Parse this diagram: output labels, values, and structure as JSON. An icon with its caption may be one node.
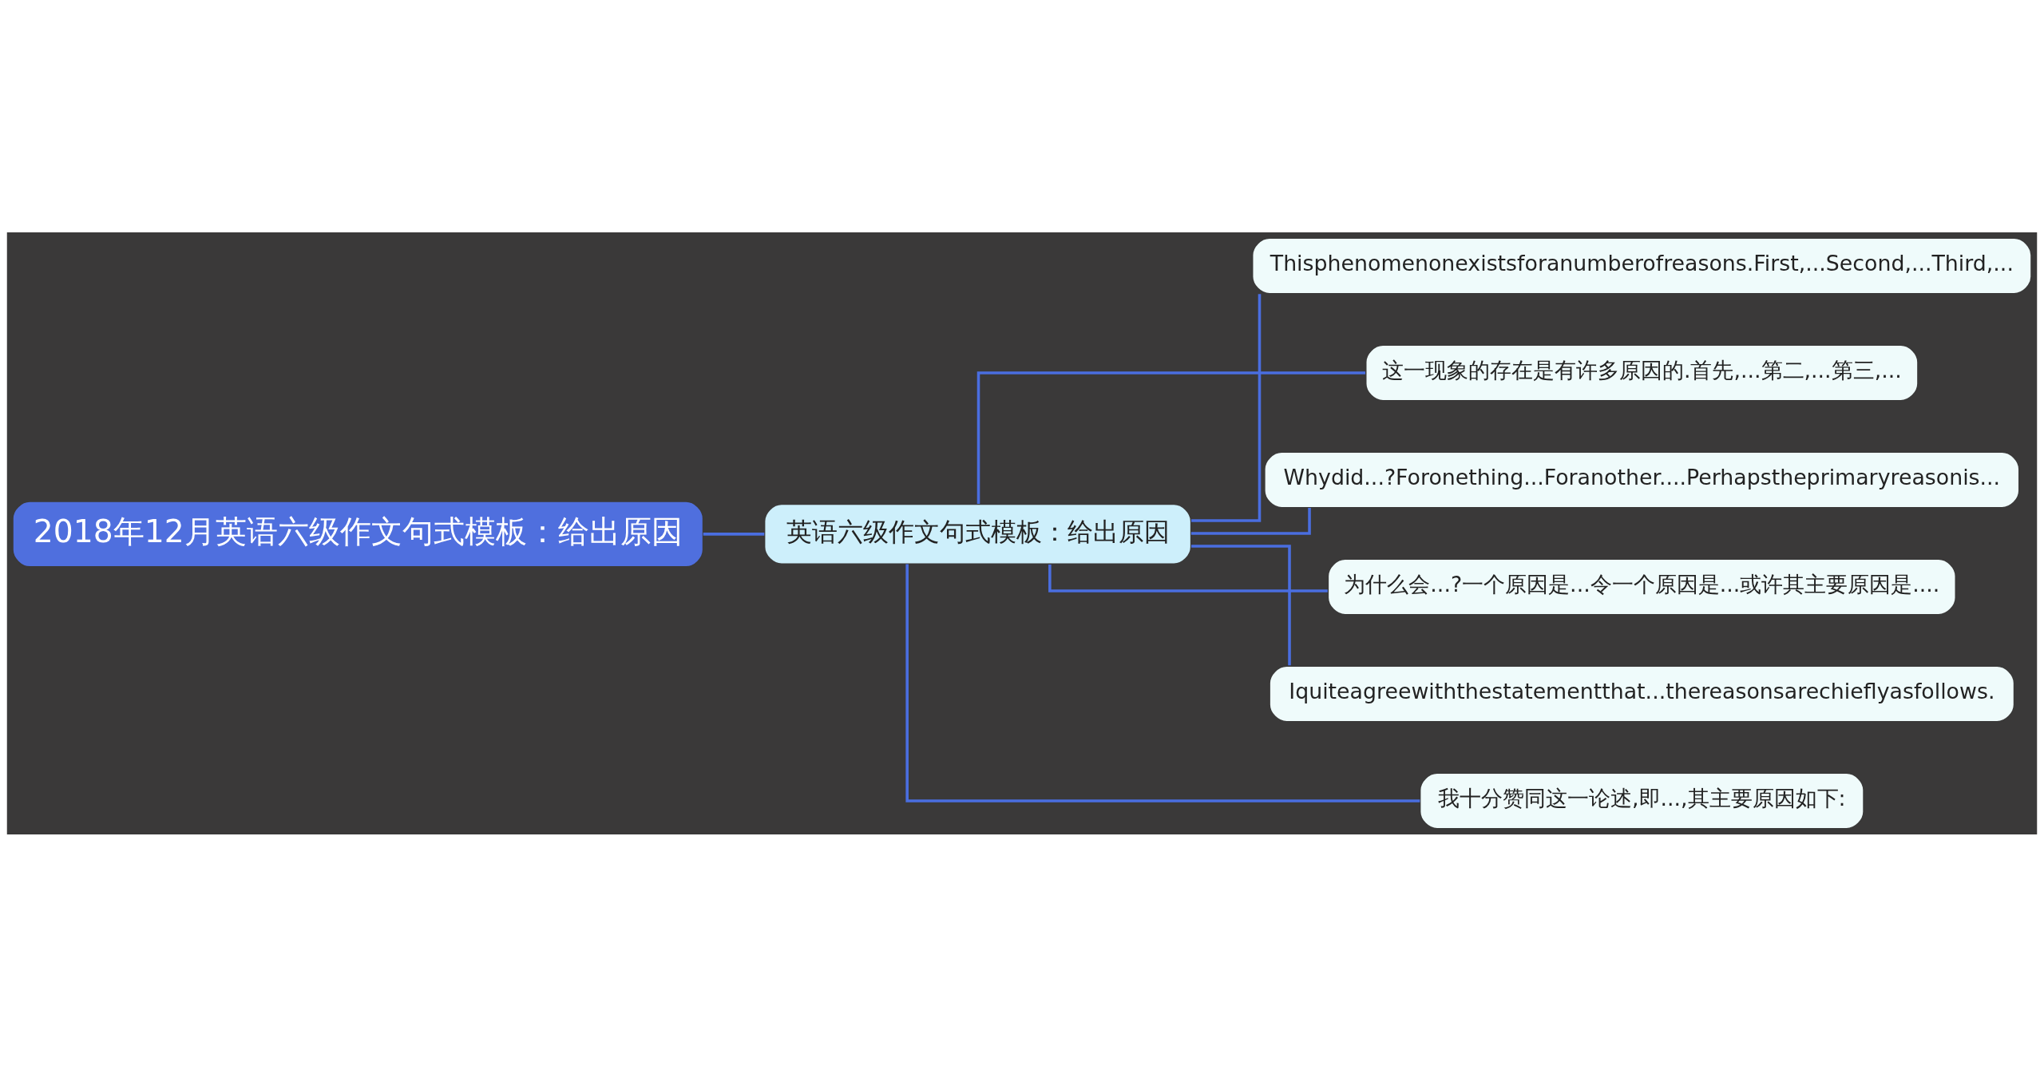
{
  "diagram": {
    "nodes": [
      {
        "text": [
          "2018年12月英语六级作文句式模板：给出原因"
        ]
      },
      {
        "text": [
          "英语六级作文句式模板：给出原因"
        ]
      },
      {
        "text": [
          "Thisphenomenonexistsforanumberofreasons.First,...Second,...Third,..."
        ]
      },
      {
        "text": [
          "这一现象的存在是有许多原因的.首先,...第二,...第三,..."
        ]
      },
      {
        "text": [
          "Whydid...?Foronething...Foranother....Perhapstheprimaryreasonis..."
        ]
      },
      {
        "text": [
          "为什么会...?一个原因是...令一个原因是...或许其主要原因是...."
        ]
      },
      {
        "text": [
          "Iquiteagreewiththestatementthat...thereasonsarechieflyasfollows."
        ]
      },
      {
        "text": [
          "我十分赞同这一论述,即...,其主要原因如下:"
        ]
      }
    ],
    "edges": [
      {
        "from": 0,
        "to": 1,
        "arrow": "none"
      },
      {
        "from": 1,
        "to": 2,
        "arrow": "none"
      },
      {
        "from": 1,
        "to": 3,
        "arrow": "none"
      },
      {
        "from": 1,
        "to": 4,
        "arrow": "none"
      },
      {
        "from": 1,
        "to": 5,
        "arrow": "none"
      },
      {
        "from": 1,
        "to": 6,
        "arrow": "none"
      },
      {
        "from": 1,
        "to": 7,
        "arrow": "none"
      }
    ]
  }
}
